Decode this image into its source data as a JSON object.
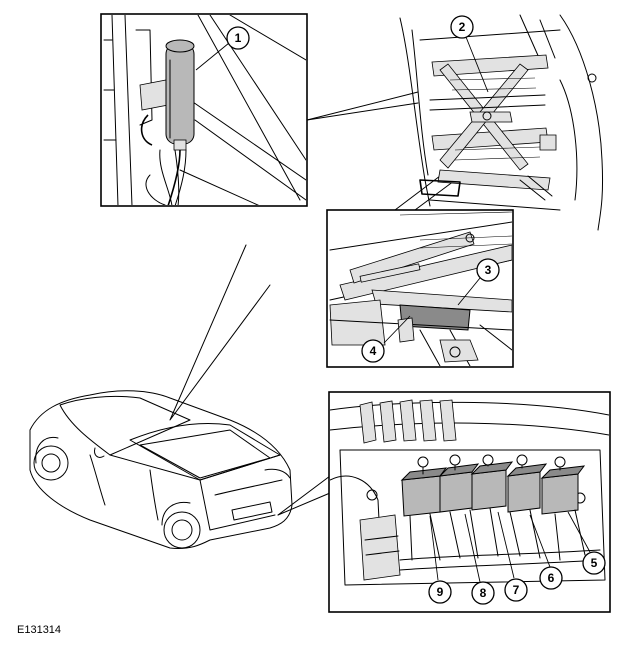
{
  "figure_id": "E131314",
  "callouts": [
    "1",
    "2",
    "3",
    "4",
    "5",
    "6",
    "7",
    "8",
    "9"
  ]
}
